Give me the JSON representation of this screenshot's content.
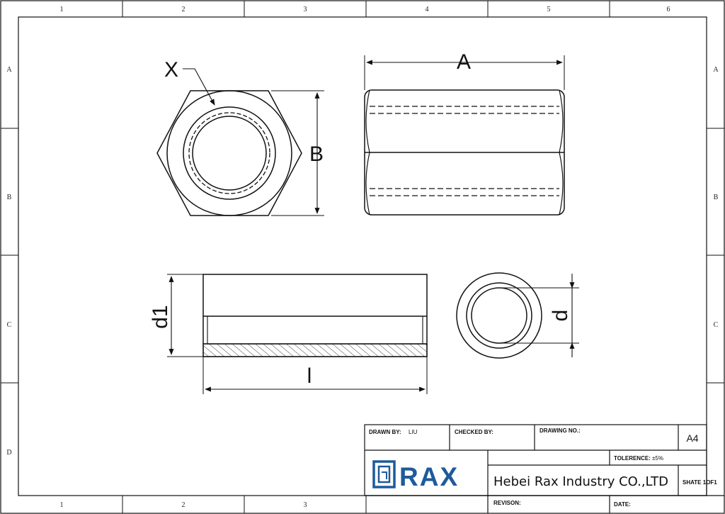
{
  "frame": {
    "top_columns": [
      "1",
      "2",
      "3",
      "4",
      "5",
      "6"
    ],
    "bottom_columns": [
      "1",
      "2",
      "3"
    ],
    "rows": [
      "A",
      "B",
      "C",
      "D"
    ]
  },
  "dimensions": {
    "x": "X",
    "a": "A",
    "b": "B",
    "d1": "d1",
    "l": "l",
    "d": "d"
  },
  "title_block": {
    "drawn_by_label": "DRAWN BY:",
    "drawn_by_value": "LIU",
    "checked_by_label": "CHECKED BY:",
    "drawing_no_label": "DRAWING NO.:",
    "sheet_size": "A4",
    "tolerance_label": "TOLERENCE:",
    "tolerance_value": "±5%",
    "logo_text": "RAX",
    "company": "Hebei Rax Industry CO.,LTD",
    "sheet_label": "SHATE 1OF1",
    "revision_label": "REVISON:",
    "date_label": "DATE:"
  },
  "colors": {
    "line": "#111111",
    "logo_blue": "#1e5a9c"
  },
  "icons": [
    "rax-logo-mark"
  ]
}
